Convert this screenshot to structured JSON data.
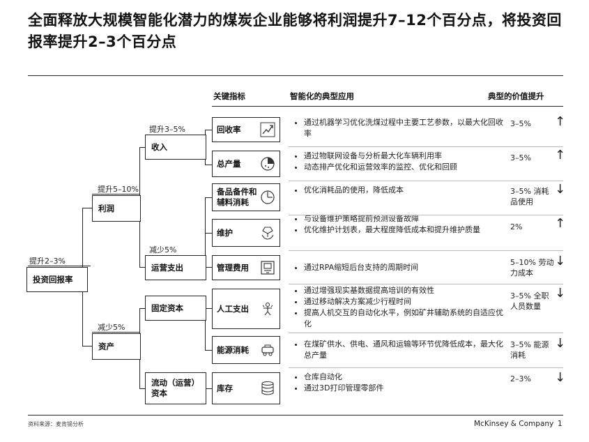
{
  "title": "全面释放大规模智能化潜力的煤炭企业能够将利润提升7–12个百分点，将投资回报率提升2–3个百分点",
  "headers": {
    "kpi": "关键指标",
    "app": "智能化的典型应用",
    "value": "典型的价值提升"
  },
  "root": {
    "label": "投资回报率",
    "edge": "提升2–3%"
  },
  "level1": [
    {
      "label": "利润",
      "edge": "提升5–10%"
    },
    {
      "label": "资产",
      "edge": "减少5%"
    }
  ],
  "level2": [
    {
      "label": "收入",
      "edge": "提升3–5%"
    },
    {
      "label": "运营支出",
      "edge": "减少5%"
    },
    {
      "label": "固定资本",
      "edge": ""
    },
    {
      "label": "流动（运营）资本",
      "edge": ""
    }
  ],
  "rows": [
    {
      "kpi": "回收率",
      "icon": "line-chart-icon",
      "apps": [
        "通过机器学习优化洗煤过程中主要工艺参数，以最大化回收率"
      ],
      "value": "3–5%",
      "arrow": "up"
    },
    {
      "kpi": "总产量",
      "icon": "pie-chart-icon",
      "apps": [
        "通过物联网设备与分析最大化车辆利用率",
        "动态排产优化和运营效率的监控、优化和回顾"
      ],
      "value": "3–5%",
      "arrow": "up"
    },
    {
      "kpi": "备品备件和辅料消耗",
      "icon": "dial-icon",
      "apps": [
        "优化消耗品的使用，降低成本"
      ],
      "value": "3–5% 消耗品使用",
      "arrow": "down"
    },
    {
      "kpi": "维护",
      "icon": "maintenance-icon",
      "apps": [
        "与设备维护策略提前预测设备故障",
        "优化维护计划表，最大程度降低成本和提升维护质量"
      ],
      "value": "2%",
      "arrow": "up"
    },
    {
      "kpi": "管理费用",
      "icon": "terminal-icon",
      "apps": [
        "通过RPA缩短后台支持的周期时间"
      ],
      "value": "5–10% 劳动力成本",
      "arrow": "down"
    },
    {
      "kpi": "人工支出",
      "icon": "worker-icon",
      "apps": [
        "通过增强现实基数据提高培训的有效性",
        "通过移动解决方案减少行程时间",
        "提高人机交互的自动化水平，例如矿井辅助系统的自适应优化"
      ],
      "value": "3–5% 全职人员数量",
      "arrow": "down"
    },
    {
      "kpi": "能源消耗",
      "icon": "vehicle-icon",
      "apps": [
        "在煤矿供水、供电、通风和运输等环节优降低成本，最大化总产量"
      ],
      "value": "3–5% 能源消耗",
      "arrow": "down"
    },
    {
      "kpi": "库存",
      "icon": "database-icon",
      "apps": [
        "仓库自动化",
        "通过3D打印管理零部件"
      ],
      "value": "2–3%",
      "arrow": "down"
    }
  ],
  "footer": {
    "source": "资料来源：麦肯锡分析",
    "brand": "McKinsey & Company",
    "page": "1"
  }
}
